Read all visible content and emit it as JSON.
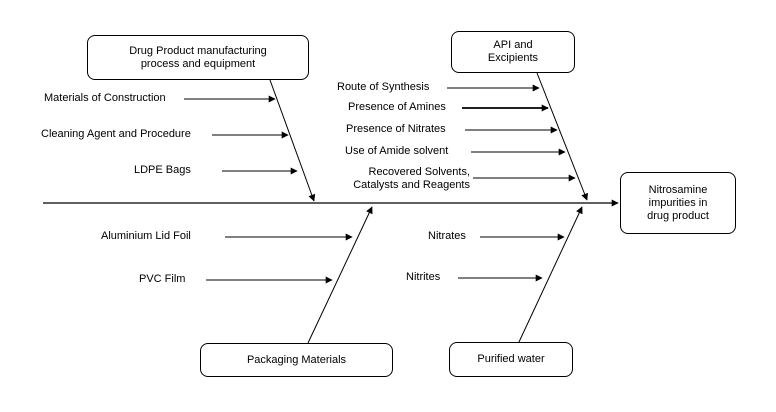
{
  "diagram": {
    "type": "fishbone",
    "effect": "Nitrosamine\nimpurities in\ndrug product",
    "categories": {
      "manufacturing": {
        "label": "Drug Product manufacturing\nprocess and equipment",
        "causes": [
          "Materials of Construction",
          "Cleaning Agent and Procedure",
          "LDPE Bags"
        ]
      },
      "api": {
        "label": "API and\nExcipients",
        "causes": [
          "Route of Synthesis",
          "Presence of Amines",
          "Presence of Nitrates",
          "Use of Amide solvent",
          "Recovered Solvents,\nCatalysts and Reagents"
        ]
      },
      "packaging": {
        "label": "Packaging Materials",
        "causes": [
          "Aluminium Lid Foil",
          "PVC Film"
        ]
      },
      "water": {
        "label": "Purified water",
        "causes": [
          "Nitrates",
          "Nitrites"
        ]
      }
    },
    "line_color": "#000000",
    "background": "#ffffff"
  }
}
